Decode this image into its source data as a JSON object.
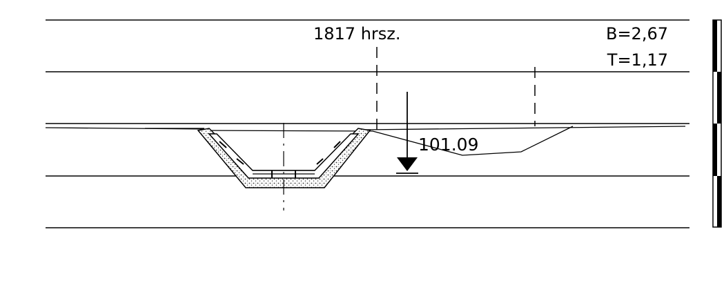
{
  "drawing": {
    "parcel_label": "1817 hrsz.",
    "width_label": "B=2,67",
    "depth_label": "T=1,17",
    "water_level_label": "101.09"
  },
  "colors": {
    "line": "#000000",
    "background": "#ffffff",
    "hatch_fill": "#555555"
  }
}
